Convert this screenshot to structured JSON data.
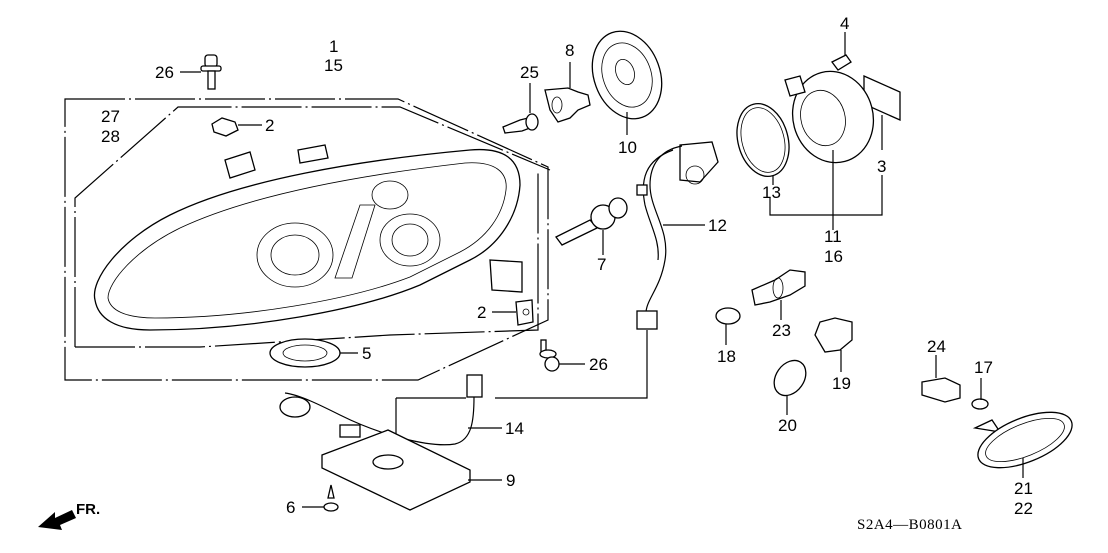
{
  "diagram": {
    "type": "exploded-parts-diagram",
    "subject": "Headlight assembly",
    "diagram_code": "S2A4—B0801A",
    "direction_indicator": "FR.",
    "part_labels": [
      {
        "id": "lbl-1",
        "text": "1"
      },
      {
        "id": "lbl-15",
        "text": "15"
      },
      {
        "id": "lbl-26a",
        "text": "26"
      },
      {
        "id": "lbl-27",
        "text": "27"
      },
      {
        "id": "lbl-28",
        "text": "28"
      },
      {
        "id": "lbl-2a",
        "text": "2"
      },
      {
        "id": "lbl-2b",
        "text": "2"
      },
      {
        "id": "lbl-5",
        "text": "5"
      },
      {
        "id": "lbl-25",
        "text": "25"
      },
      {
        "id": "lbl-8",
        "text": "8"
      },
      {
        "id": "lbl-10",
        "text": "10"
      },
      {
        "id": "lbl-7",
        "text": "7"
      },
      {
        "id": "lbl-12",
        "text": "12"
      },
      {
        "id": "lbl-4",
        "text": "4"
      },
      {
        "id": "lbl-3",
        "text": "3"
      },
      {
        "id": "lbl-13",
        "text": "13"
      },
      {
        "id": "lbl-11",
        "text": "11"
      },
      {
        "id": "lbl-16",
        "text": "16"
      },
      {
        "id": "lbl-26b",
        "text": "26"
      },
      {
        "id": "lbl-18",
        "text": "18"
      },
      {
        "id": "lbl-23",
        "text": "23"
      },
      {
        "id": "lbl-19",
        "text": "19"
      },
      {
        "id": "lbl-20",
        "text": "20"
      },
      {
        "id": "lbl-14",
        "text": "14"
      },
      {
        "id": "lbl-9",
        "text": "9"
      },
      {
        "id": "lbl-6",
        "text": "6"
      },
      {
        "id": "lbl-24",
        "text": "24"
      },
      {
        "id": "lbl-17",
        "text": "17"
      },
      {
        "id": "lbl-21",
        "text": "21"
      },
      {
        "id": "lbl-22",
        "text": "22"
      }
    ]
  }
}
